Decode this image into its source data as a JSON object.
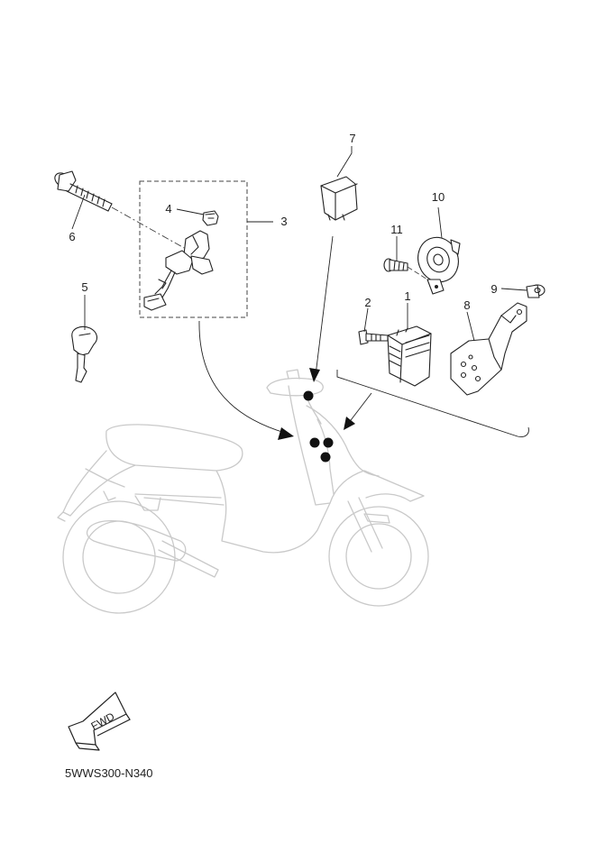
{
  "callouts": {
    "c1": "1",
    "c2": "2",
    "c3": "3",
    "c4": "4",
    "c5": "5",
    "c6": "6",
    "c7": "7",
    "c8": "8",
    "c9": "9",
    "c10": "10",
    "c11": "11"
  },
  "fwd_label": "FWD",
  "part_code": "5WWS300-N340"
}
